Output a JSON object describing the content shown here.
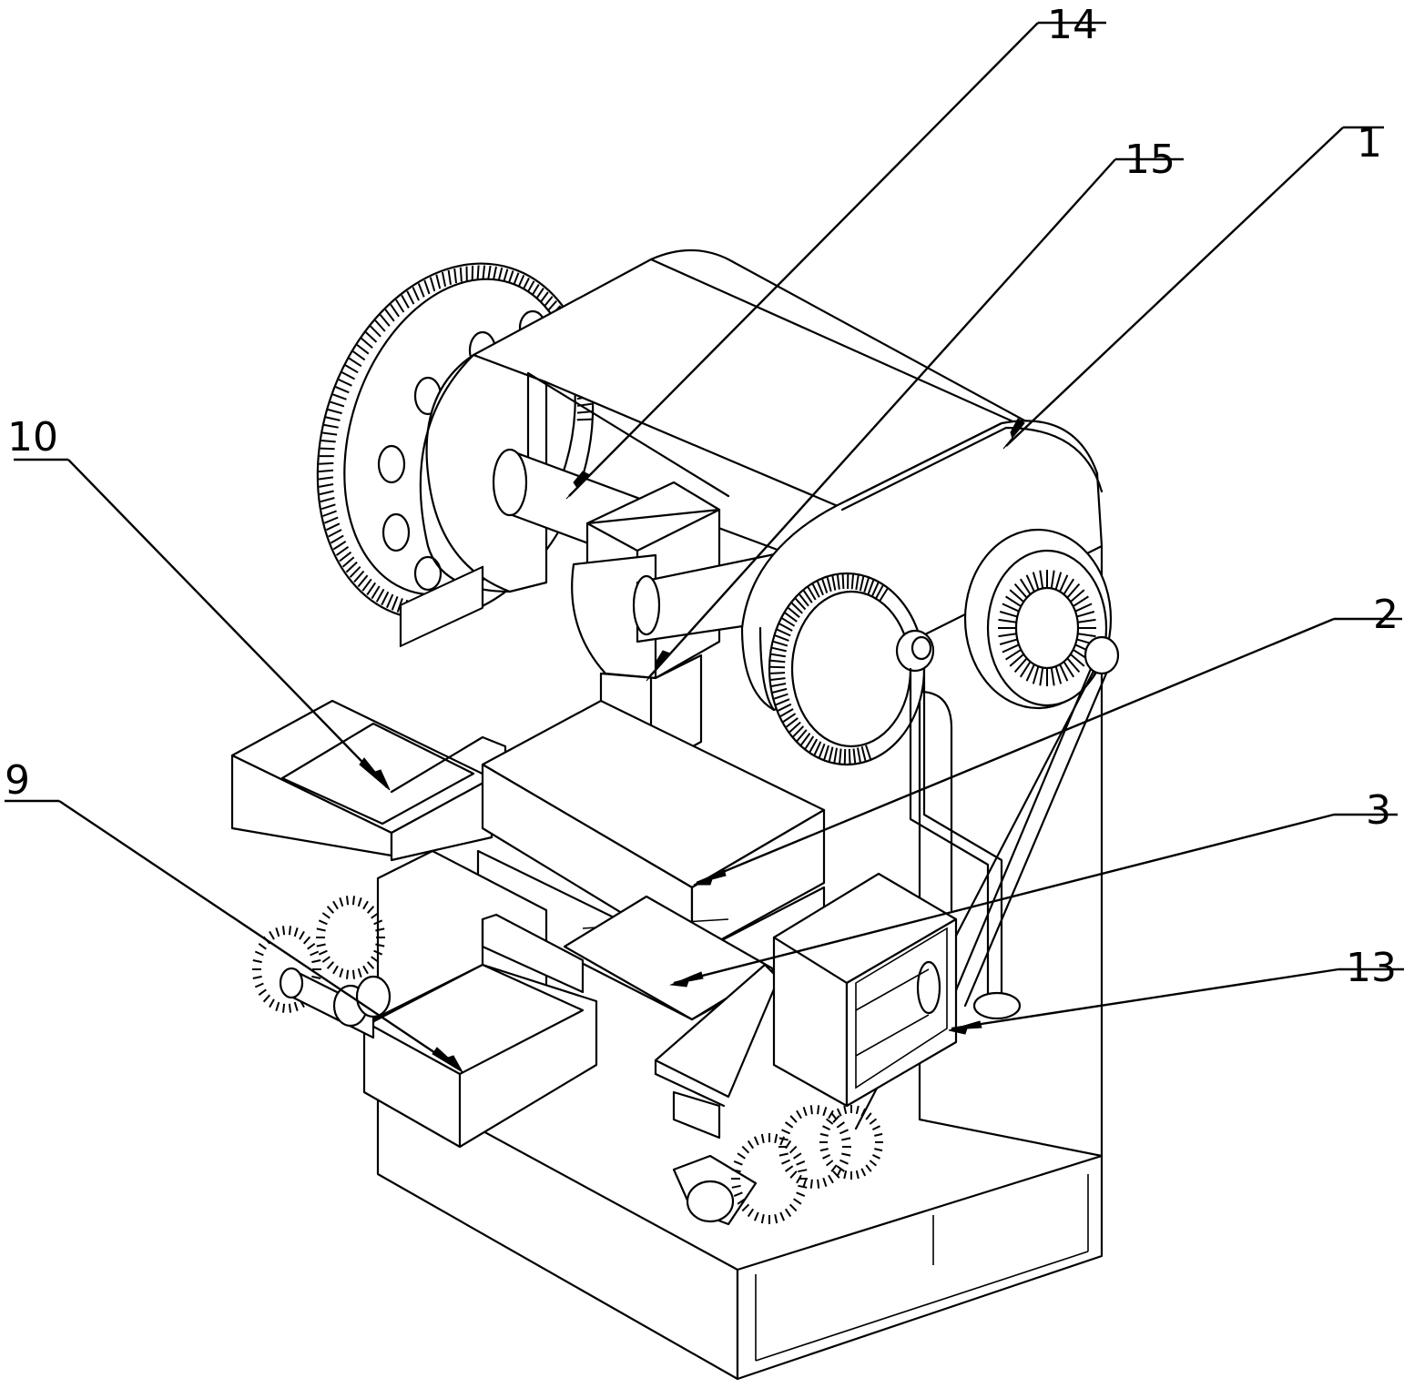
{
  "figure": {
    "labels": [
      {
        "id": "14",
        "text": "14"
      },
      {
        "id": "15",
        "text": "15"
      },
      {
        "id": "1",
        "text": "1"
      },
      {
        "id": "10",
        "text": "10"
      },
      {
        "id": "2",
        "text": "2"
      },
      {
        "id": "9",
        "text": "9"
      },
      {
        "id": "3",
        "text": "3"
      },
      {
        "id": "13",
        "text": "13"
      }
    ]
  }
}
